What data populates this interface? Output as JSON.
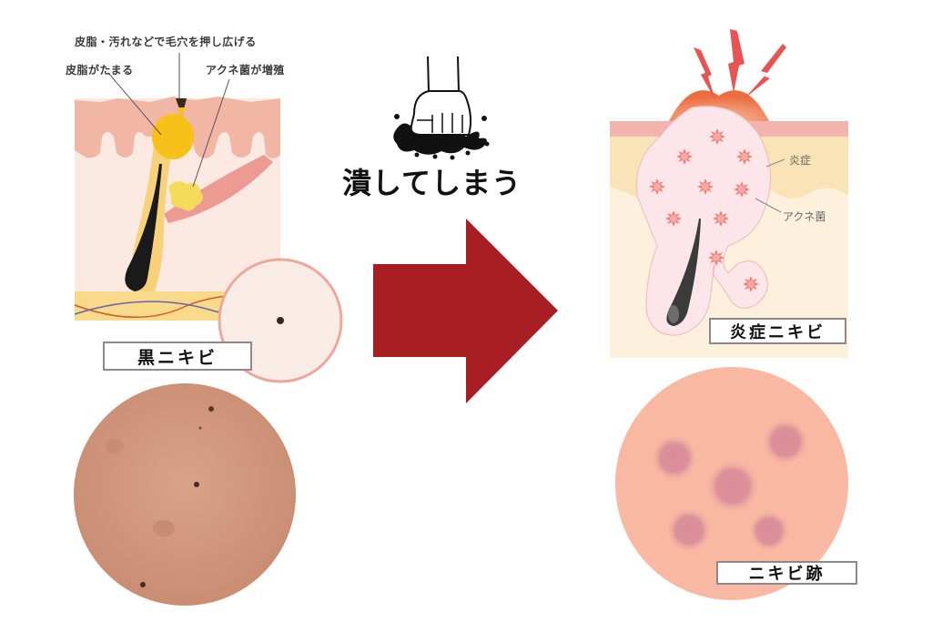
{
  "left": {
    "annotations": {
      "top": "皮脂・汚れなどで毛穴を押し広げる",
      "sebum": "皮脂がたまる",
      "bacteria": "アクネ菌が増殖"
    },
    "label": "黒ニキビ",
    "colors": {
      "skin_layer": "#f2b7a4",
      "dermis": "#fbe9e2",
      "sebum": "#f7c11a",
      "hair": "#1a1a1a",
      "fat_band": "#f9d98a"
    }
  },
  "middle": {
    "action": "潰してしまう",
    "arrow_color": "#a81e22",
    "icon": "fist-crush-icon"
  },
  "right": {
    "annotations": {
      "inflammation": "炎症",
      "bacteria": "アクネ菌"
    },
    "label": "炎症ニキビ",
    "colors": {
      "skin_top": "#f3b3ae",
      "layer": "#fbe3b8",
      "inflamed": "#fde6ea",
      "bolt": "#e85454",
      "bump": "#ec6d3f"
    }
  },
  "scar": {
    "label": "ニキビ跡",
    "colors": {
      "skin": "#f8b8a2",
      "spot": "#d98c96"
    }
  }
}
